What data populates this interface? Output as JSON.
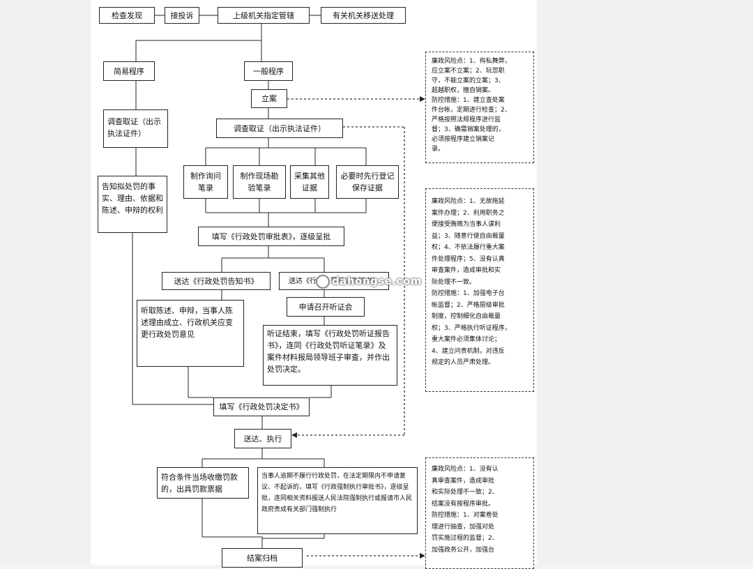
{
  "sources": [
    "检查发现",
    "接投诉",
    "上级机关指定管辖",
    "有关机关移送处理"
  ],
  "procedures": {
    "simple": "简易程序",
    "general": "一般程序"
  },
  "simple_steps": {
    "investigate": "调查取证（出示执法证件）",
    "inform": "告知拟处罚的事实、理由、依据和陈述、申辩的权利"
  },
  "general_steps": {
    "filing": "立案",
    "investigate": "调查取证（出示执法证件）",
    "sub": [
      "制作询问笔录",
      "制作现场勘验笔录",
      "采集其他证据",
      "必要时先行登记保存证据"
    ],
    "approval_form": "填写《行政处罚审批表》，逐级呈批",
    "notice": "送达《行政处罚告知书》",
    "hearing_notice": "送达《行政处罚听证告知书》",
    "statement": "听取陈述、申辩，当事人陈述理由成立、行政机关应变更行政处罚意见",
    "hearing_request": "申请召开听证会",
    "hearing_end": "听证结束，填写《行政处罚听证报告书》，连同《行政处罚听证笔录》及案件材料报局领导班子审查，并作出处罚决定。",
    "decision": "填写《行政处罚决定书》",
    "deliver": "送达、执行",
    "on_site": "符合条件当场收缴罚款的，出具罚款票据",
    "enforce": "当事人逾期不履行行政处罚，在法定期限内不申请复议、不起诉的，填写《行政强制执行审批书》，逐级呈批，连同相关资料报送人民法院强制执行或报请市人民政府责成有关部门强制执行",
    "close": "结案归档"
  },
  "risk_notes": [
    [
      "廉政风险点：1、徇私舞弊，",
      "应立案不立案；2、玩忽职",
      "守，不能立案的立案；3、",
      "超越职权，擅自销案。",
      "防控措施：1、建立查处案",
      "件台帐，定期进行检查；2、",
      "严格按照法规程序进行监",
      "督；3、确需销案处理的，",
      "必须按程序建立销案记",
      "录。"
    ],
    [
      "廉政风险点：1、无故拖延",
      "案件办理；2、利用职务之",
      "便接受贿赂为当事人谋利",
      "益；3、随意行使自由裁量",
      "权；4、不依法履行重大案",
      "件处理程序；5、没有认真",
      "审查案件，造成审批和实",
      "际处理不一致。",
      "防控措施：1、加强电子台",
      "帐监督；2、严格层级审批",
      "制度，控制细化自由裁量",
      "权；3、严格执行听证程序，",
      "重大案件必须集体讨论；",
      "4、建立问责机制，对违反",
      "规定的人员严肃处理。"
    ],
    [
      "廉政风险点：1、没有认",
      "真审查案件，造成审批",
      "和实际处理不一致；2、",
      "结案没有按程序审批。",
      "防控措施：1、对案卷处",
      "理进行抽查，加强对处",
      "罚实施过程的监督；2、",
      "加强政务公开，加强台"
    ]
  ],
  "watermark": "dahongse.com"
}
